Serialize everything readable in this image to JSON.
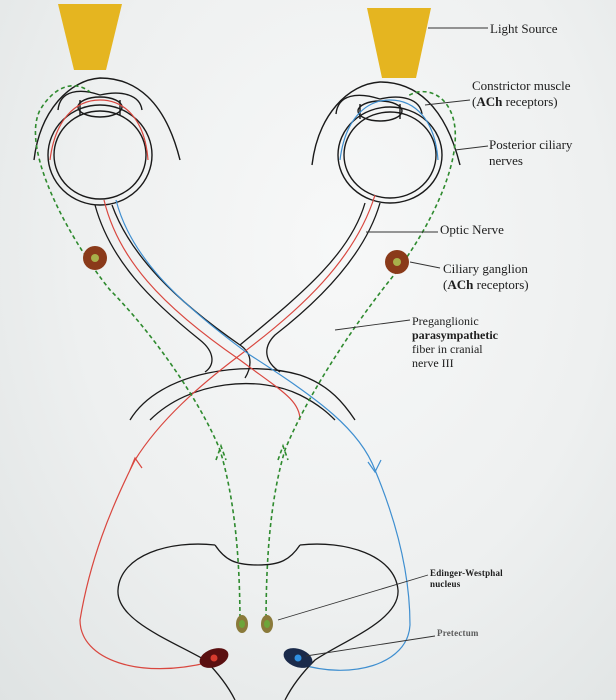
{
  "labels": {
    "light_source": "Light Source",
    "constrictor_1": "Constrictor muscle",
    "constrictor_2_bold": "ACh",
    "constrictor_2_rest": " receptors)",
    "posterior_1": "Posterior ciliary",
    "posterior_2": "nerves",
    "optic_nerve": "Optic Nerve",
    "ganglion_1": "Ciliary ganglion",
    "ganglion_2_bold": "ACh",
    "ganglion_2_rest": " receptors)",
    "pregang_1": "Preganglionic",
    "pregang_2": "parasympathetic",
    "pregang_3": "fiber in cranial",
    "pregang_4": "nerve III",
    "ew_1": "Edinger-Westphal",
    "ew_2": "nucleus",
    "pretectum": "Pretectum"
  },
  "colors": {
    "light": "#e5b520",
    "red_pathway": "#d9473f",
    "blue_pathway": "#3f8fd0",
    "parasympathetic": "#2e8a2e",
    "ganglion": "#8a3a1a",
    "outline": "#1a1a1a"
  }
}
